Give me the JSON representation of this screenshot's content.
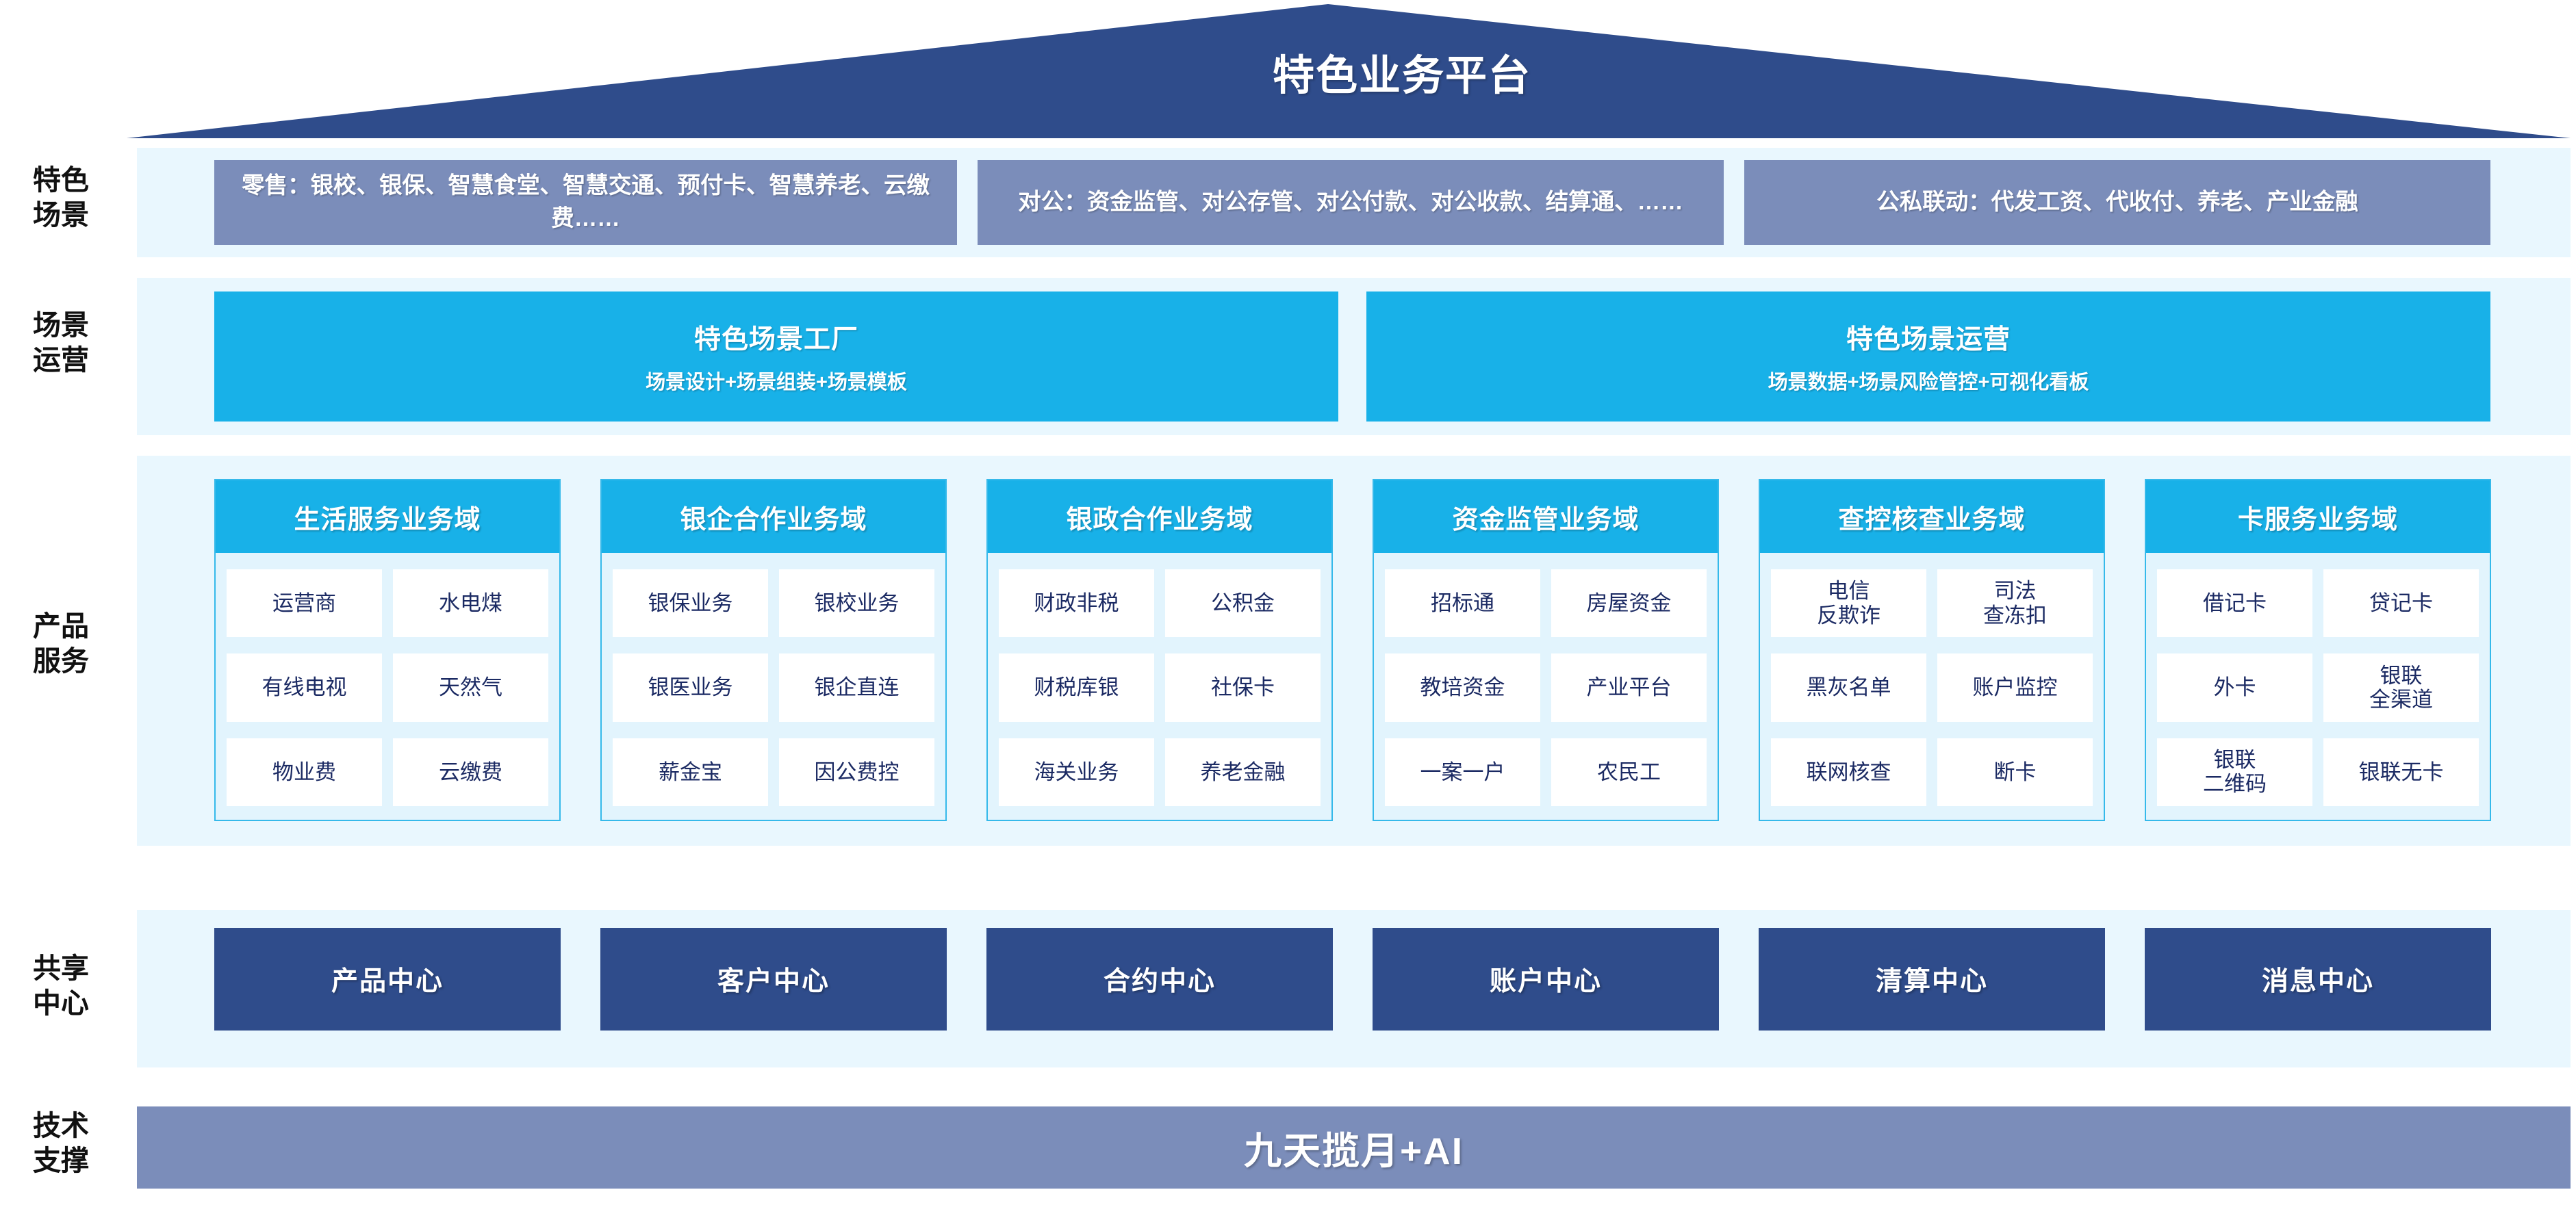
{
  "header": {
    "title": "特色业务平台"
  },
  "rail": {
    "labels": [
      {
        "id": "scenarios",
        "text": "特色\n场景"
      },
      {
        "id": "operations",
        "text": "场景\n运营"
      },
      {
        "id": "products",
        "text": "产品\n服务"
      },
      {
        "id": "shared",
        "text": "共享\n中心"
      },
      {
        "id": "tech",
        "text": "技术\n支撑"
      }
    ]
  },
  "scenarios": [
    {
      "id": "retail",
      "text": "零售：银校、银保、智慧食堂、智慧交通、预付卡、智慧养老、云缴费……"
    },
    {
      "id": "corporate",
      "text": "对公：资金监管、对公存管、对公付款、对公收款、结算通、……"
    },
    {
      "id": "linkage",
      "text": "公私联动：代发工资、代收付、养老、产业金融"
    }
  ],
  "operations": [
    {
      "id": "scene-factory",
      "title": "特色场景工厂",
      "subtitle": "场景设计+场景组装+场景模板"
    },
    {
      "id": "scene-operation",
      "title": "特色场景运营",
      "subtitle": "场景数据+场景风险管控+可视化看板"
    }
  ],
  "domains": [
    {
      "id": "life-service",
      "title": "生活服务业务域",
      "items": [
        "运营商",
        "水电煤",
        "有线电视",
        "天然气",
        "物业费",
        "云缴费"
      ]
    },
    {
      "id": "bank-enterprise",
      "title": "银企合作业务域",
      "items": [
        "银保业务",
        "银校业务",
        "银医业务",
        "银企直连",
        "薪金宝",
        "因公费控"
      ]
    },
    {
      "id": "bank-government",
      "title": "银政合作业务域",
      "items": [
        "财政非税",
        "公积金",
        "财税库银",
        "社保卡",
        "海关业务",
        "养老金融"
      ]
    },
    {
      "id": "fund-supervision",
      "title": "资金监管业务域",
      "items": [
        "招标通",
        "房屋资金",
        "教培资金",
        "产业平台",
        "一案一户",
        "农民工"
      ]
    },
    {
      "id": "investigation",
      "title": "查控核查业务域",
      "items": [
        "电信\n反欺诈",
        "司法\n查冻扣",
        "黑灰名单",
        "账户监控",
        "联网核查",
        "断卡"
      ]
    },
    {
      "id": "card-service",
      "title": "卡服务业务域",
      "items": [
        "借记卡",
        "贷记卡",
        "外卡",
        "银联\n全渠道",
        "银联\n二维码",
        "银联无卡"
      ]
    }
  ],
  "shared_centers": [
    {
      "id": "product-center",
      "label": "产品中心"
    },
    {
      "id": "customer-center",
      "label": "客户中心"
    },
    {
      "id": "contract-center",
      "label": "合约中心"
    },
    {
      "id": "account-center",
      "label": "账户中心"
    },
    {
      "id": "clearing-center",
      "label": "清算中心"
    },
    {
      "id": "message-center",
      "label": "消息中心"
    }
  ],
  "tech_support": {
    "label": "九天揽月+AI"
  },
  "colors": {
    "roof_navy": "#2f4c8b",
    "scenario_slate": "#7b8dba",
    "ops_cyan": "#18b1e8",
    "panel_bg": "#e9f7fe",
    "domain_border": "#35b9ea",
    "domain_inner_bg": "#e2f4fd",
    "cell_bg": "#ffffff",
    "cell_text": "#1b2a63",
    "center_navy": "#2f4c8b",
    "tech_slate": "#7b8dba"
  }
}
